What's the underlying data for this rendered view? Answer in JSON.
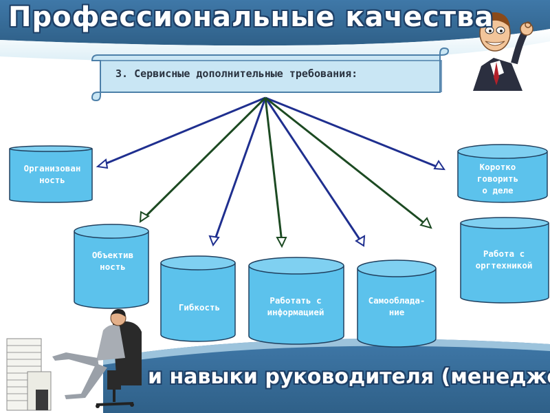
{
  "slide": {
    "title_top": "Профессиональные качества",
    "title_bottom": "и навыки руководителя (менеджера):",
    "center_label": "3. Сервисные дополнительные требования:"
  },
  "nodes": [
    {
      "id": "org",
      "lines": [
        "Организован",
        "ность"
      ]
    },
    {
      "id": "obj",
      "lines": [
        "Объектив",
        "ность"
      ]
    },
    {
      "id": "flex",
      "lines": [
        "Гибкость"
      ]
    },
    {
      "id": "info",
      "lines": [
        "Работать с",
        "информацией"
      ]
    },
    {
      "id": "self",
      "lines": [
        "Самооблада-",
        "ние"
      ]
    },
    {
      "id": "short",
      "lines": [
        "Коротко",
        "говорить",
        "о деле"
      ]
    },
    {
      "id": "office",
      "lines": [
        "Работа с",
        "оргтехникой"
      ]
    }
  ],
  "colors": {
    "band": "#3e74a3",
    "cylinder_fill": "#5cc2ec",
    "cylinder_stroke": "#1f3f5e",
    "arrow_blue": "#1f2f8f",
    "arrow_green": "#1c4a22",
    "scroll_fill": "#c9e6f4"
  },
  "images": [
    "manager-cartoon",
    "businessman-in-chair",
    "paper-stacks"
  ]
}
